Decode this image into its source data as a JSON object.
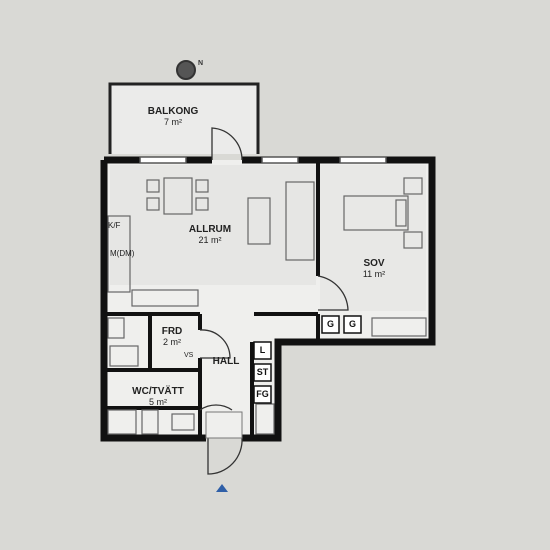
{
  "compass": {
    "north": "N"
  },
  "rooms": {
    "balkong": {
      "name": "BALKONG",
      "area": "7 m²"
    },
    "allrum": {
      "name": "ALLRUM",
      "area": "21 m²"
    },
    "sov": {
      "name": "SOV",
      "area": "11 m²"
    },
    "frd": {
      "name": "FRD",
      "area": "2 m²"
    },
    "hall": {
      "name": "HALL"
    },
    "wc": {
      "name": "WC/TVÄTT",
      "area": "5 m²"
    }
  },
  "fixtures": {
    "kf": "K/F",
    "mdm": "M(DM)",
    "vs": "VS",
    "g1": "G",
    "g2": "G",
    "l": "L",
    "st": "ST",
    "fg": "FG"
  },
  "colors": {
    "wall": "#111111",
    "floor": "#efefed",
    "background": "#d9d9d5",
    "entrance_arrow": "#2f5fa7"
  }
}
